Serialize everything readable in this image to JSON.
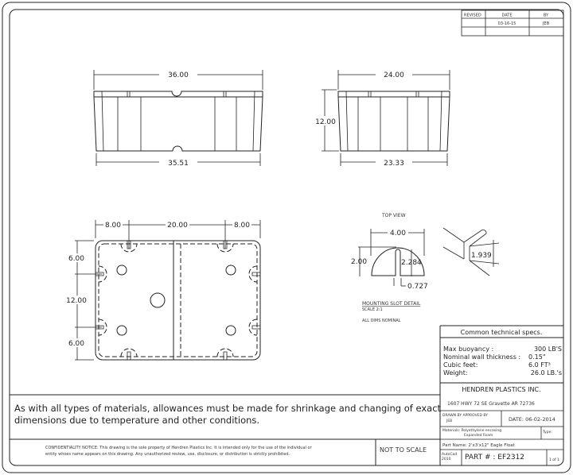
{
  "revision_table": {
    "headers": [
      "REVISED",
      "DATE",
      "BY"
    ],
    "rows": [
      [
        "",
        "03-16-15",
        "JEB"
      ],
      [
        "",
        "",
        ""
      ]
    ]
  },
  "side_view": {
    "top_width": "36.00",
    "bottom_width": "35.51"
  },
  "end_view": {
    "top_width": "24.00",
    "height": "12.00",
    "bottom_width": "23.33"
  },
  "plan_view": {
    "horizontal_dims": [
      "8.00",
      "20.00",
      "8.00"
    ],
    "vertical_dims": [
      "6.00",
      "12.00",
      "6.00"
    ]
  },
  "slot_detail": {
    "top_view_label": "TOP VIEW",
    "width": "4.00",
    "height": "2.00",
    "slot_depth": "2.284",
    "slot_width": "0.727",
    "iso_dim": "1.939",
    "title": "MOUNTING SLOT DETAIL",
    "scale": "SCALE 2:1",
    "note": "ALL DIMS NOMINAL"
  },
  "note_text_line1": "As with all types of materials, allowances must be made for shrinkage and changing of exact",
  "note_text_line2": "dimensions due to temperature and other conditions.",
  "confidentiality": {
    "line1": "CONFIDENTIALITY NOTICE: This drawing is the sole property of Hendren Plastics Inc. It is intended only for the use of the individual or",
    "line2": "entity whoes name appears on this drawing. Any unauthorized review, use, disclosure, or distribution is strictly prohibited."
  },
  "scale_note": "NOT TO SCALE",
  "title_block": {
    "specs_title": "Common technical specs.",
    "specs": [
      {
        "label": "Max buoyancy :",
        "value": "300 LB'S"
      },
      {
        "label": "Nominal wall thickness :",
        "value": "0.15\""
      },
      {
        "label": "Cubic feet:",
        "value": "6.0  FT³"
      },
      {
        "label": "Weight:",
        "value": "26.0 LB.'s"
      }
    ],
    "company": "HENDREN PLASTICS INC.",
    "address": "1607 HWY 72 SE    Gravette AR 72736",
    "drawn_by_label": "DRAWN BY  APPROVED BY",
    "drawn_by": "JEB",
    "date": "DATE:  06-02-2014",
    "materials_line1": "Materials: Polyethylene encasing",
    "materials_line2": "Expanded Foam",
    "type_label": "Type:",
    "part_name": "Part Name: 2'x3'x12\" Eagle Float",
    "software_line1": "AutoCad",
    "software_line2": "2010",
    "part_number": "PART # : EF2312",
    "sheet": "1 of 1"
  }
}
